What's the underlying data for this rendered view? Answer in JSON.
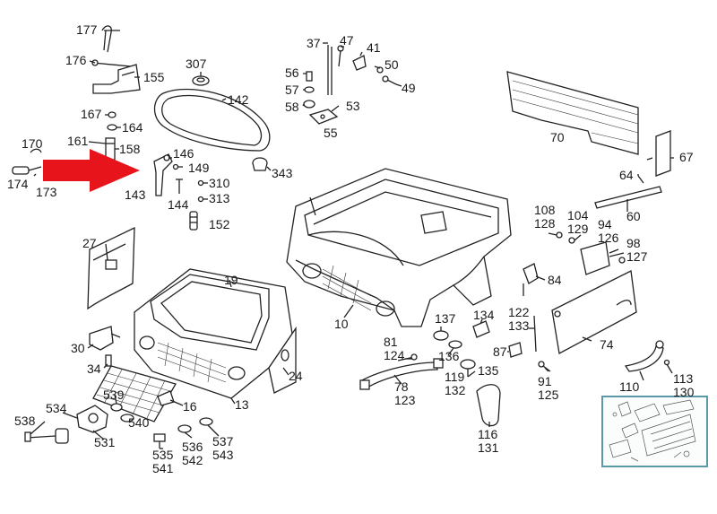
{
  "colors": {
    "ink": "#1a1a1a",
    "arrow": "#e8141c",
    "thumb_border": "#5a9aa8"
  },
  "icons": {
    "pointer": "red-arrow-icon",
    "thumbnail": "overview-thumbnail-icon"
  },
  "labels": [
    {
      "id": "l177",
      "text": "177"
    },
    {
      "id": "l176",
      "text": "176"
    },
    {
      "id": "l155",
      "text": "155"
    },
    {
      "id": "l167",
      "text": "167"
    },
    {
      "id": "l164",
      "text": "164"
    },
    {
      "id": "l161",
      "text": "161"
    },
    {
      "id": "l158",
      "text": "158"
    },
    {
      "id": "l170",
      "text": "170"
    },
    {
      "id": "l174",
      "text": "174"
    },
    {
      "id": "l173",
      "text": "173"
    },
    {
      "id": "l307",
      "text": "307"
    },
    {
      "id": "l142",
      "text": "142"
    },
    {
      "id": "l146",
      "text": "146"
    },
    {
      "id": "l149",
      "text": "149"
    },
    {
      "id": "l143",
      "text": "143"
    },
    {
      "id": "l144",
      "text": "144"
    },
    {
      "id": "l310",
      "text": "310"
    },
    {
      "id": "l313",
      "text": "313"
    },
    {
      "id": "l152",
      "text": "152"
    },
    {
      "id": "l343",
      "text": "343"
    },
    {
      "id": "l37",
      "text": "37"
    },
    {
      "id": "l47",
      "text": "47"
    },
    {
      "id": "l41",
      "text": "41"
    },
    {
      "id": "l50",
      "text": "50"
    },
    {
      "id": "l56",
      "text": "56"
    },
    {
      "id": "l57",
      "text": "57"
    },
    {
      "id": "l58",
      "text": "58"
    },
    {
      "id": "l49",
      "text": "49"
    },
    {
      "id": "l53",
      "text": "53"
    },
    {
      "id": "l55",
      "text": "55"
    },
    {
      "id": "l70",
      "text": "70"
    },
    {
      "id": "l64",
      "text": "64"
    },
    {
      "id": "l67",
      "text": "67"
    },
    {
      "id": "l60",
      "text": "60"
    },
    {
      "id": "l108",
      "text": "108"
    },
    {
      "id": "l128",
      "text": "128"
    },
    {
      "id": "l104",
      "text": "104"
    },
    {
      "id": "l129",
      "text": "129"
    },
    {
      "id": "l94",
      "text": "94"
    },
    {
      "id": "l126",
      "text": "126"
    },
    {
      "id": "l98",
      "text": "98"
    },
    {
      "id": "l127",
      "text": "127"
    },
    {
      "id": "l27",
      "text": "27"
    },
    {
      "id": "l19",
      "text": "19"
    },
    {
      "id": "l10",
      "text": "10"
    },
    {
      "id": "l84",
      "text": "84"
    },
    {
      "id": "l122",
      "text": "122"
    },
    {
      "id": "l133",
      "text": "133"
    },
    {
      "id": "l74",
      "text": "74"
    },
    {
      "id": "l137",
      "text": "137"
    },
    {
      "id": "l134",
      "text": "134"
    },
    {
      "id": "l81",
      "text": "81"
    },
    {
      "id": "l124",
      "text": "124"
    },
    {
      "id": "l136",
      "text": "136"
    },
    {
      "id": "l87",
      "text": "87"
    },
    {
      "id": "l135",
      "text": "135"
    },
    {
      "id": "l119",
      "text": "119"
    },
    {
      "id": "l132",
      "text": "132"
    },
    {
      "id": "l78",
      "text": "78"
    },
    {
      "id": "l123",
      "text": "123"
    },
    {
      "id": "l91",
      "text": "91"
    },
    {
      "id": "l125",
      "text": "125"
    },
    {
      "id": "l110",
      "text": "110"
    },
    {
      "id": "l113",
      "text": "113"
    },
    {
      "id": "l130",
      "text": "130"
    },
    {
      "id": "l116",
      "text": "116"
    },
    {
      "id": "l131",
      "text": "131"
    },
    {
      "id": "l30",
      "text": "30"
    },
    {
      "id": "l34",
      "text": "34"
    },
    {
      "id": "l24",
      "text": "24"
    },
    {
      "id": "l13",
      "text": "13"
    },
    {
      "id": "l16",
      "text": "16"
    },
    {
      "id": "l539",
      "text": "539"
    },
    {
      "id": "l540",
      "text": "540"
    },
    {
      "id": "l534",
      "text": "534"
    },
    {
      "id": "l538",
      "text": "538"
    },
    {
      "id": "l531",
      "text": "531"
    },
    {
      "id": "l535",
      "text": "535"
    },
    {
      "id": "l541",
      "text": "541"
    },
    {
      "id": "l536",
      "text": "536"
    },
    {
      "id": "l542",
      "text": "542"
    },
    {
      "id": "l537",
      "text": "537"
    },
    {
      "id": "l543",
      "text": "543"
    }
  ]
}
